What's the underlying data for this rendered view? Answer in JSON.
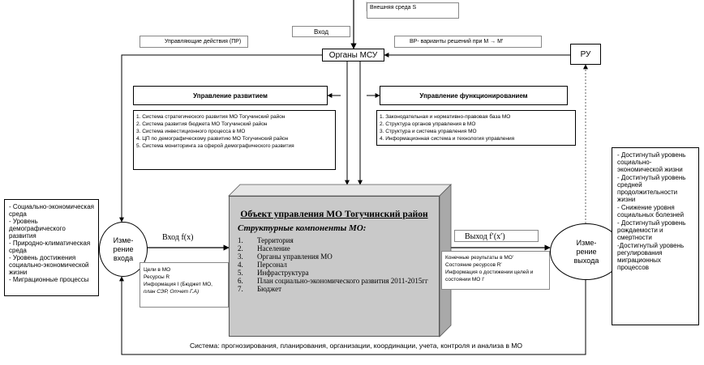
{
  "env_label": "Внешняя среда S",
  "input_top_label": "Вход",
  "control_label": "Управляющие действия (ПР)",
  "decision_label": "ВР- варианты решений при   M → M′",
  "organs_label": "Органы МСУ",
  "ru_label": "РУ",
  "development": {
    "title": "Управление развитием",
    "items": [
      "1. Система стратегического развития МО Тогучинский район",
      "2. Система развития бюджета МО Тогучинский район",
      "3. Система инвестиционного процесса в МО",
      "4. ЦП по демографическому развитию МО Тогучинский район",
      "5. Система мониторинга за сферой демографического развития"
    ]
  },
  "functioning": {
    "title": "Управление функционированием",
    "items": [
      "1. Законодательная и нормативно-правовая база МО",
      "2. Структура органов управления в МО",
      "3. Структура и система управления МО",
      "4. Информационная система и технология управления"
    ]
  },
  "left_box_items": [
    "- Социально-экономическая среда",
    "- Уровень демографического развития",
    "- Природно-климатическая среда",
    "- Уровень достижения социально-экономической жизни",
    "- Миграционные процессы"
  ],
  "measure_in": "Изме-\nрение\nвхода",
  "measure_out": "Изме-\nрение\nвыхода",
  "input_fx": "Вход f(x)",
  "output_fx": "Выход f′(x′)",
  "goals": {
    "line1": "Цели в МО",
    "line2": "Ресурсы R",
    "line3": "Информация I (Бюджет МО,",
    "line4": "план СЭР, Отчет Г.А)"
  },
  "results": {
    "line1": "Конечные результаты в МО′",
    "line2": "Состояние ресурсов R′",
    "line3": "Информация о достижении целей и",
    "line4": "состоянии МО I′"
  },
  "object": {
    "title": "Объект управления МО Тогучинский район",
    "subtitle": "Структурные компоненты МО:",
    "items": [
      {
        "num": "1.",
        "text": "Территория"
      },
      {
        "num": "2.",
        "text": "Население"
      },
      {
        "num": "3.",
        "text": "Органы управления МО"
      },
      {
        "num": "4.",
        "text": "Персонал"
      },
      {
        "num": "5.",
        "text": "Инфраструктура"
      },
      {
        "num": "6.",
        "text": "План социально-экономического развития 2011-2015гг"
      },
      {
        "num": "7.",
        "text": "Бюджет"
      }
    ]
  },
  "right_box_items": [
    "- Достигнутый уровень социально-экономической жизни",
    "- Достигнутый уровень средней продолжительности жизни",
    "- Снижение уровня социальных болезней",
    "- Достигнутый уровень рождаемости и смертности",
    "-Достигнутый уровень регулирования миграционных процессов"
  ],
  "bottom_label": "Система: прогнозирования, планирования, организации, координации, учета, контроля и анализа в МО"
}
